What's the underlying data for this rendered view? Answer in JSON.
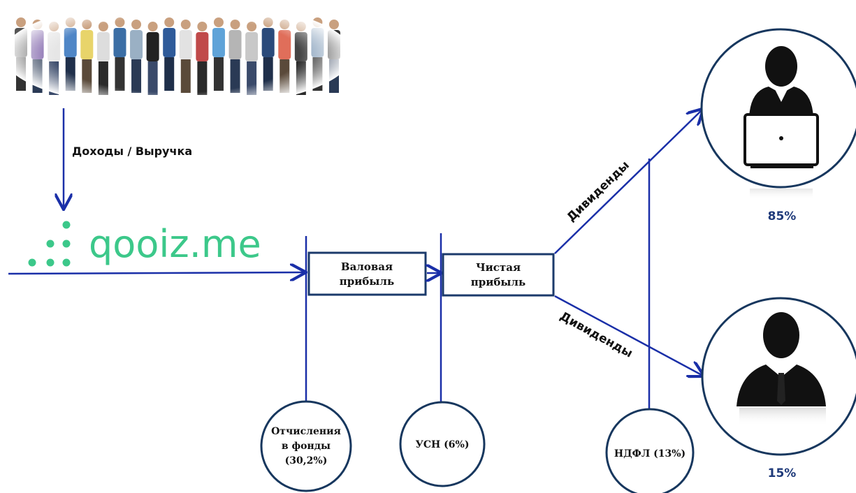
{
  "flow": {
    "revenue_label": "Доходы / Выручка",
    "gross_profit": {
      "line1": "Валовая",
      "line2": "прибыль"
    },
    "net_profit": {
      "line1": "Чистая",
      "line2": "прибыль"
    },
    "dividends_top": "Дивиденды",
    "dividends_bottom": "Дивиденды"
  },
  "logo": {
    "text": "qooiz.me",
    "color": "#3cc88a"
  },
  "deductions": {
    "funds": {
      "line1": "Отчисления",
      "line2": "в фонды",
      "line3": "(30,2%)"
    },
    "usn": "УСН (6%)",
    "ndfl": "НДФЛ (13%)"
  },
  "shares": {
    "director_percent": "85%",
    "owner_percent": "15%"
  },
  "colors": {
    "line": "#1a2fa8",
    "box_border": "#1b3a6b",
    "circle_border": "#17375e",
    "percent_text": "#1f3a7a",
    "silhouette": "#111111"
  },
  "icons": {
    "crowd": "crowd-photo",
    "director": "person-with-laptop-icon",
    "owner": "person-in-suit-icon"
  }
}
